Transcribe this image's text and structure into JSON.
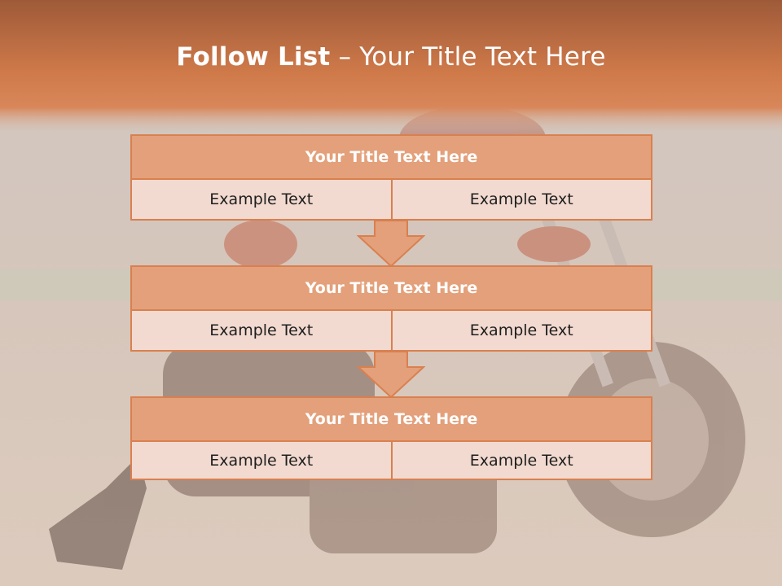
{
  "slide": {
    "title_bold": "Follow List",
    "title_rest": " – Your Title Text Here"
  },
  "blocks": [
    {
      "title": "Your Title Text Here",
      "cells": [
        "Example Text",
        "Example Text"
      ]
    },
    {
      "title": "Your Title Text Here",
      "cells": [
        "Example Text",
        "Example Text"
      ]
    },
    {
      "title": "Your Title Text Here",
      "cells": [
        "Example Text",
        "Example Text"
      ]
    }
  ],
  "colors": {
    "header_band": "#d07a4a",
    "block_header": "#e3a07a",
    "block_border": "#d9804f",
    "block_row": "#f2dad0"
  }
}
